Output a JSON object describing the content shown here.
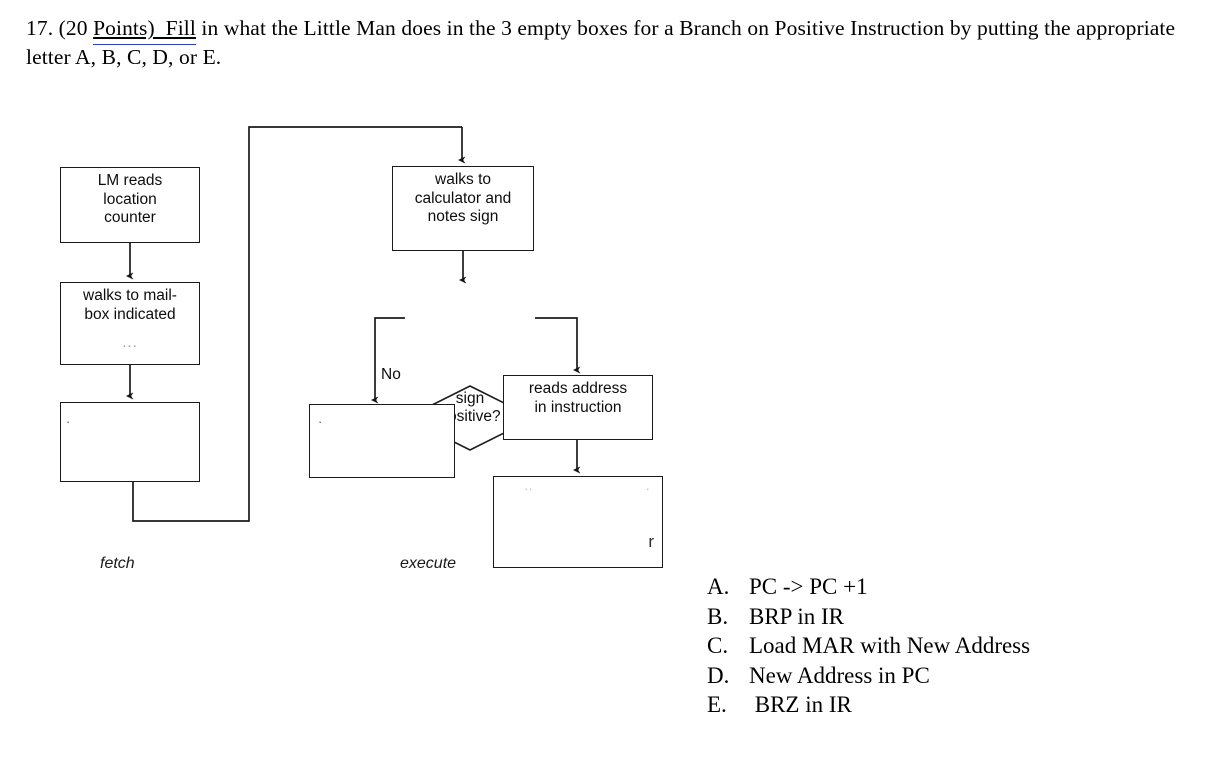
{
  "question": {
    "prefix": "17. (20 ",
    "underlined": "Points)  Fill",
    "suffix": " in what the Little Man does in the 3 empty boxes for a Branch on Positive Instruction by putting the appropriate letter A, B, C, D, or E."
  },
  "flowchart": {
    "nodes": {
      "read_location_counter": "LM reads\nlocation\ncounter",
      "walks_to_mailbox": "walks to mail-\nbox indicated",
      "walks_to_mailbox_artifact": "...",
      "fetch_blank": "",
      "walks_to_calculator": "walks to\ncalculator and\nnotes sign",
      "decision": "sign\npositive?",
      "no_branch_blank": "",
      "reads_address": "reads address\nin instruction",
      "final_blank": ""
    },
    "artifacts": {
      "fetch_blank_mark": "·",
      "no_branch_mark": "·",
      "final_box_mark_left": "··",
      "final_box_mark_right": "·",
      "final_box_mark_r": "r"
    },
    "edge_labels": {
      "no": "No"
    },
    "phase_labels": {
      "fetch": "fetch",
      "execute": "execute"
    }
  },
  "answers": [
    {
      "letter": "A.",
      "text": "PC -> PC +1"
    },
    {
      "letter": "B.",
      "text": "BRP in IR"
    },
    {
      "letter": "C.",
      "text": "Load MAR with New Address"
    },
    {
      "letter": "D.",
      "text": "New Address in PC"
    },
    {
      "letter": "E.",
      "text": " BRZ in IR"
    }
  ],
  "colors": {
    "ink": "#000000",
    "line": "#1b1b1b",
    "hyperlink_underline": "#2a3fd0",
    "page_background": "#ffffff"
  }
}
